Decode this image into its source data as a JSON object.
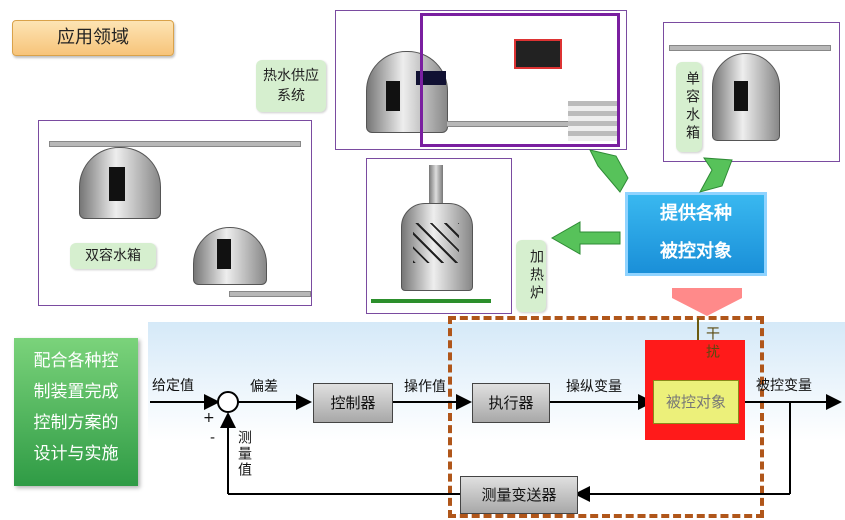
{
  "title": "应用领域",
  "apps": {
    "hot_water": "热水供应系统",
    "single_tank": "单容水箱",
    "double_tank": "双容水箱",
    "furnace": "加热炉"
  },
  "provide": {
    "line1": "提供各种",
    "line2": "被控对象"
  },
  "left_box": [
    "配合各种控",
    "制装置完成",
    "控制方案的",
    "设计与实施"
  ],
  "diagram": {
    "setpoint": "给定值",
    "plus": "+",
    "minus": "-",
    "error": "偏差",
    "controller": "控制器",
    "operation": "操作值",
    "actuator": "执行器",
    "manipulated": "操纵变量",
    "disturbance": "干扰",
    "plant": "被控对象",
    "controlled": "被控变量",
    "measured": "测量值",
    "transmitter": "测量变送器"
  },
  "colors": {
    "accent_red": "#ff0000",
    "arrow_green": "#4caf50",
    "dash_brown": "#b0561a"
  }
}
